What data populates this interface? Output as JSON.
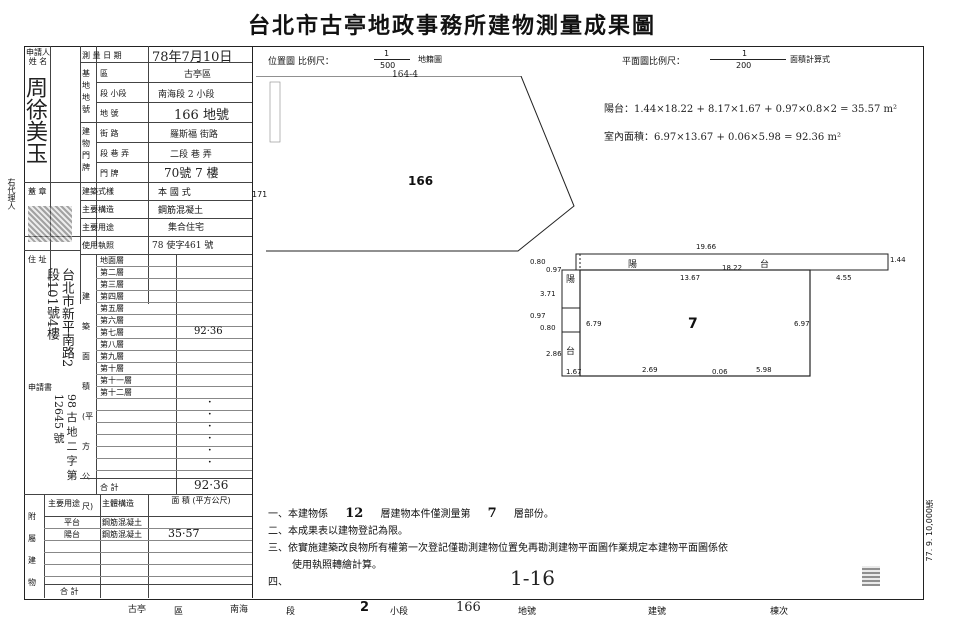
{
  "title": "台北市古亭地政事務所建物測量成果圖",
  "left_panel": {
    "applicant_label": "申請人 姓 名",
    "applicant_name": "周徐美玉",
    "survey_date_label": "測 量 日 期",
    "survey_date": "78年7月10日",
    "building_addr_label": "基 地 地 號",
    "district_label": "區",
    "district": "古亭區",
    "section_label": "段 小段",
    "section": "南海段 2 小段",
    "lot_label": "地 號",
    "lot": "166 地號",
    "door_label": "建 物 門 牌",
    "street_label": "街 路",
    "street": "羅斯福 街路",
    "lane_label": "段 巷 弄",
    "lane": "二段 巷 弄",
    "number_label": "門 牌",
    "number": "70號 7 樓",
    "seal_label": "蓋 章",
    "style_label": "建築式樣",
    "style": "本 國 式",
    "structure_label": "主要構造",
    "structure": "鋼筋混凝土",
    "usage_label": "主要用途",
    "usage": "集合住宅",
    "permit_label": "使用執照",
    "permit": "78 使字461 號",
    "address_label": "住 址",
    "address": "台北市新平南路2段101號4樓",
    "agent_label": "代理人",
    "floors_label": "建 築 面 積 (平方公尺)",
    "floors": [
      "地面層",
      "第二層",
      "第三層",
      "第四層",
      "第五層",
      "第六層",
      "第七層",
      "第八層",
      "第九層",
      "第十層",
      "第十一層",
      "第十二層"
    ],
    "floor_values": [
      "",
      "",
      "",
      "",
      "",
      "",
      "92·36",
      "",
      "",
      "",
      "",
      ""
    ],
    "applicant_doc_label": "申請書",
    "applicant_doc": "98 古 地 二 字 第 12645 號",
    "sum_label": "合 計",
    "sum_value": "92·36",
    "attach_label": "附屬建物",
    "attach_usage_label": "主要用途",
    "attach_struct_label": "主體構造",
    "attach_area_label": "面 積 (平方公尺)",
    "attach_rows": [
      {
        "usage": "平台",
        "struct": "鋼筋混凝土",
        "area": ""
      },
      {
        "usage": "陽台",
        "struct": "鋼筋混凝土",
        "area": "35·57"
      }
    ],
    "attach_sum_label": "合 計"
  },
  "location_map": {
    "label": "位置圖 比例尺：",
    "scale_num": "1",
    "scale_den": "500",
    "suffix": "地籍圖",
    "lot_top": "164-4",
    "lot_main": "166",
    "side_num": "171"
  },
  "floor_plan": {
    "label": "平面圖比例尺：",
    "scale_num": "1",
    "scale_den": "200",
    "suffix": "面積計算式",
    "calc_balcony": "陽台：1.44×18.22 + 8.17×1.67 + 0.97×0.8×2 = 35.57 m²",
    "calc_indoor": "室內面積：6.97×13.67 + 0.06×5.98 = 92.36 m²",
    "unit_number": "7",
    "balcony_word": "陽",
    "balcony_word2": "台",
    "side_balcony_a": "陽",
    "side_balcony_b": "台",
    "dims": {
      "top_total": "19.66",
      "top_right": "1.44",
      "top_inner": "13.67",
      "top_inner2": "18.22",
      "right_mid": "4.55",
      "left_a": "0.80",
      "left_b": "0.97",
      "left_c": "3.71",
      "left_d": "0.97",
      "left_e": "0.80",
      "left_f": "2.86",
      "left_h": "6.79",
      "right_h": "6.97",
      "bottom_a": "1.67",
      "bottom_b": "2.69",
      "bottom_c": "0.06",
      "bottom_d": "5.98"
    }
  },
  "notes": {
    "n1a": "一、本建物係",
    "n1_floors": "12",
    "n1b": "層建物本件僅測量第",
    "n1_floor": "7",
    "n1c": "層部份。",
    "n2": "二、本成果表以建物登記為限。",
    "n3": "三、依實施建築改良物所有權第一次登記僅勘測建物位置免再勘測建物平面圖作業規定本建物平面圖係依",
    "n3b": "使用執照轉繪計算。",
    "n4": "四、",
    "stamp": "1-16"
  },
  "footer": {
    "district": "古亭",
    "district_label": "區",
    "section": "南海",
    "section_label": "段",
    "subsection": "2",
    "subsection_label": "小段",
    "lot": "166",
    "lot_label": "地號",
    "build_label": "建號",
    "order_label": "棟次"
  },
  "side_print": "77. 9. 10,000張",
  "agent_side": "右代理人"
}
